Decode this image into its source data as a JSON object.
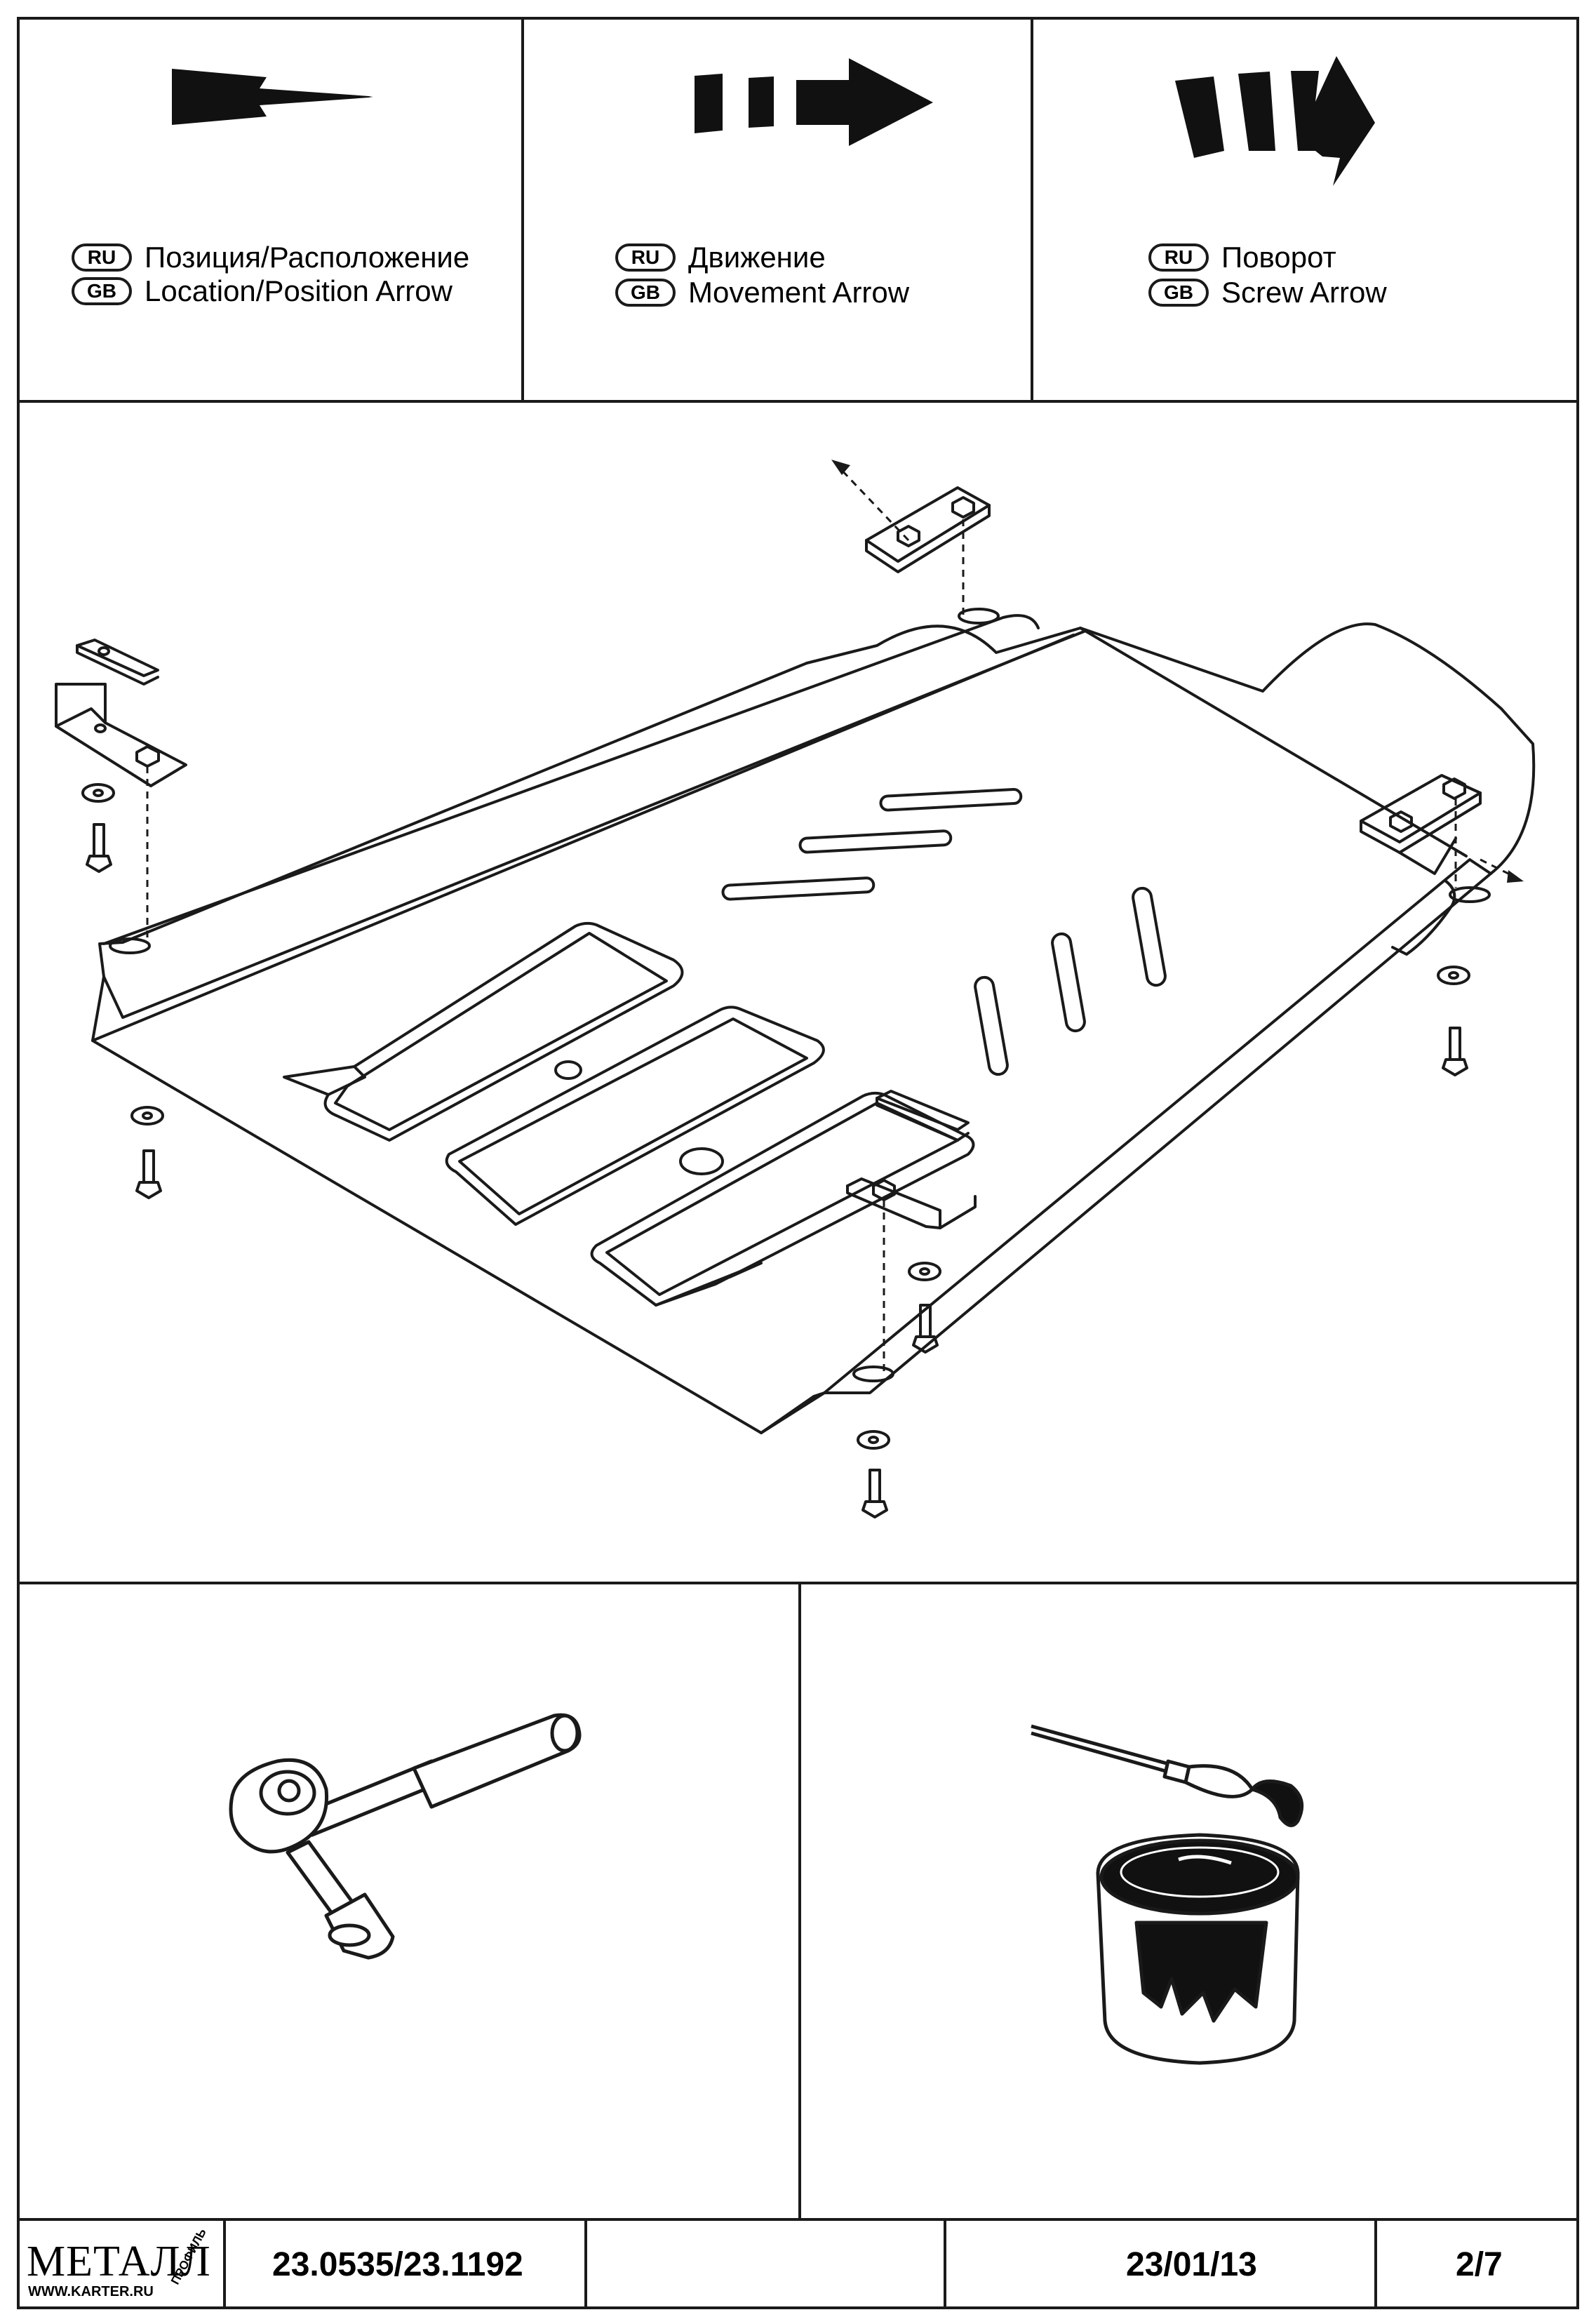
{
  "legend": [
    {
      "ru_code": "RU",
      "ru_label": "Позиция/Расположение",
      "gb_code": "GB",
      "gb_label": "Location/Position Arrow",
      "icon": "location-arrow-icon"
    },
    {
      "ru_code": "RU",
      "ru_label": "Движение",
      "gb_code": "GB",
      "gb_label": "Movement Arrow",
      "icon": "movement-arrow-icon"
    },
    {
      "ru_code": "RU",
      "ru_label": "Поворот",
      "gb_code": "GB",
      "gb_label": "Screw Arrow",
      "icon": "screw-arrow-icon"
    }
  ],
  "assembly": {
    "icon": "skid-plate-exploded-diagram"
  },
  "tools": [
    {
      "icon": "ratchet-wrench-icon"
    },
    {
      "icon": "paint-brush-and-can-icon"
    }
  ],
  "footer": {
    "logo": {
      "main": "МЕТАЛЛ",
      "side": "ПРОФИЛЬ",
      "site": "WWW.KARTER.RU"
    },
    "part_number": "23.0535/23.1192",
    "blank": "",
    "date": "23/01/13",
    "page": "2/7"
  },
  "colors": {
    "ink": "#1a1a1a",
    "paper": "#ffffff"
  }
}
